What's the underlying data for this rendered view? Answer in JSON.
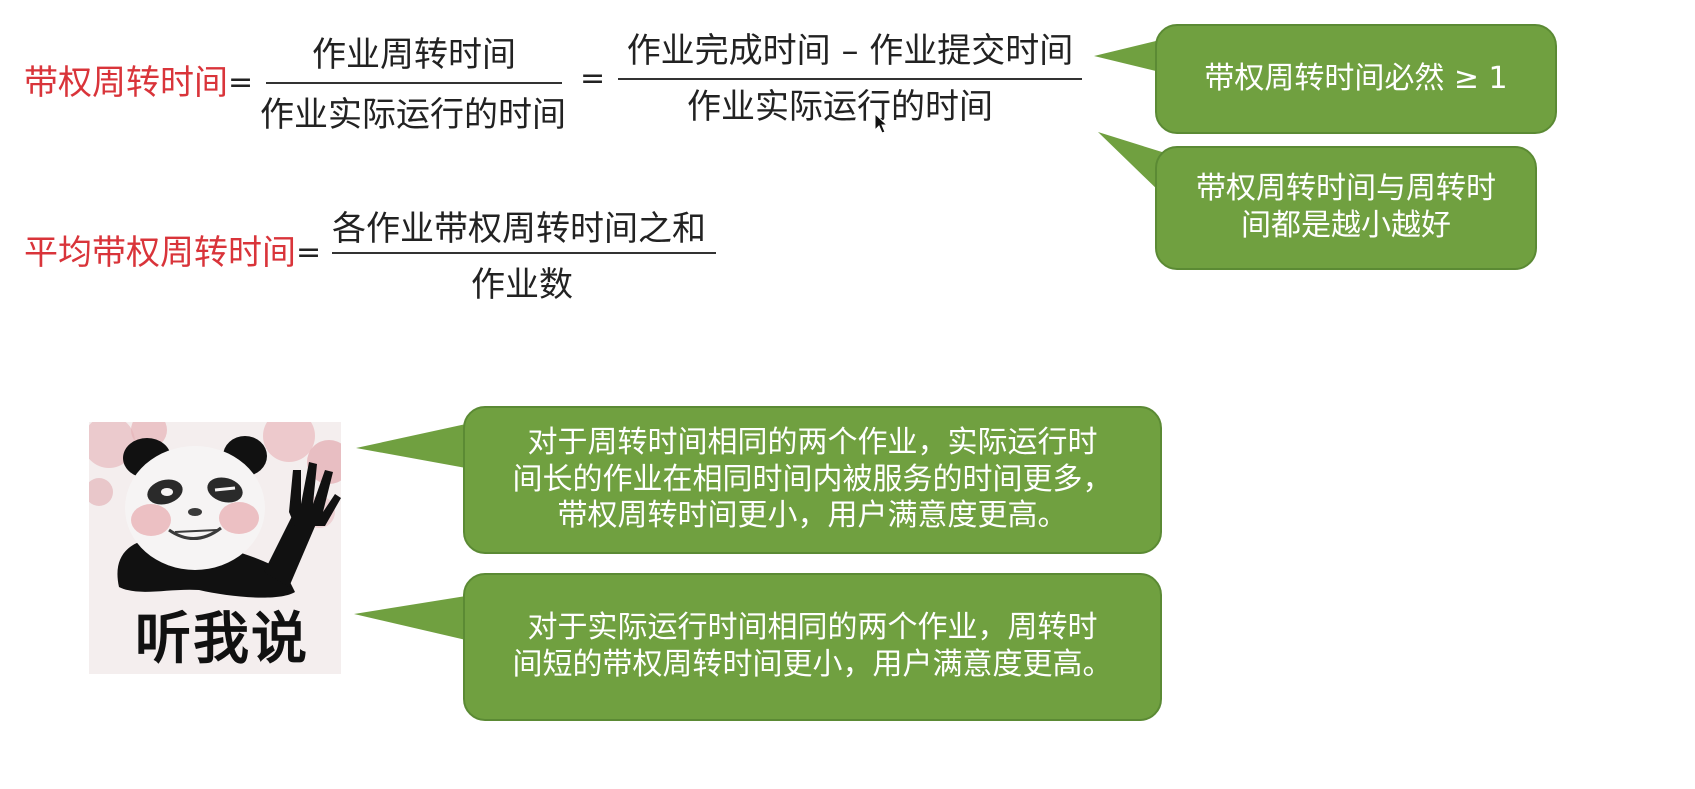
{
  "formula1": {
    "label": "带权周转时间",
    "eq1": "=",
    "f1_num": "作业周转时间",
    "f1_den": "作业实际运行的时间",
    "eq2": "=",
    "f2_num": "作业完成时间 – 作业提交时间",
    "f2_den": "作业实际运行的时间"
  },
  "formula2": {
    "label": "平均带权周转时间",
    "eq": "=",
    "num": "各作业带权周转时间之和",
    "den": "作业数"
  },
  "callouts": {
    "ge1": "带权周转时间必然 ≥ 1",
    "smaller_better_line1": "带权周转时间与周转时",
    "smaller_better_line2": "间都是越小越好",
    "same_turnaround_line1": "对于周转时间相同的两个作业，实际运行时",
    "same_turnaround_line2": "间长的作业在相同时间内被服务的时间更多，",
    "same_turnaround_line3": "带权周转时间更小，用户满意度更高。",
    "same_runtime_line1": "对于实际运行时间相同的两个作业，周转时",
    "same_runtime_line2": "间短的带权周转时间更小，用户满意度更高。"
  },
  "meme": {
    "caption": "听我说"
  },
  "colors": {
    "label_red": "#d9343a",
    "bubble_green": "#70a040",
    "bubble_border": "#5b8a34"
  }
}
